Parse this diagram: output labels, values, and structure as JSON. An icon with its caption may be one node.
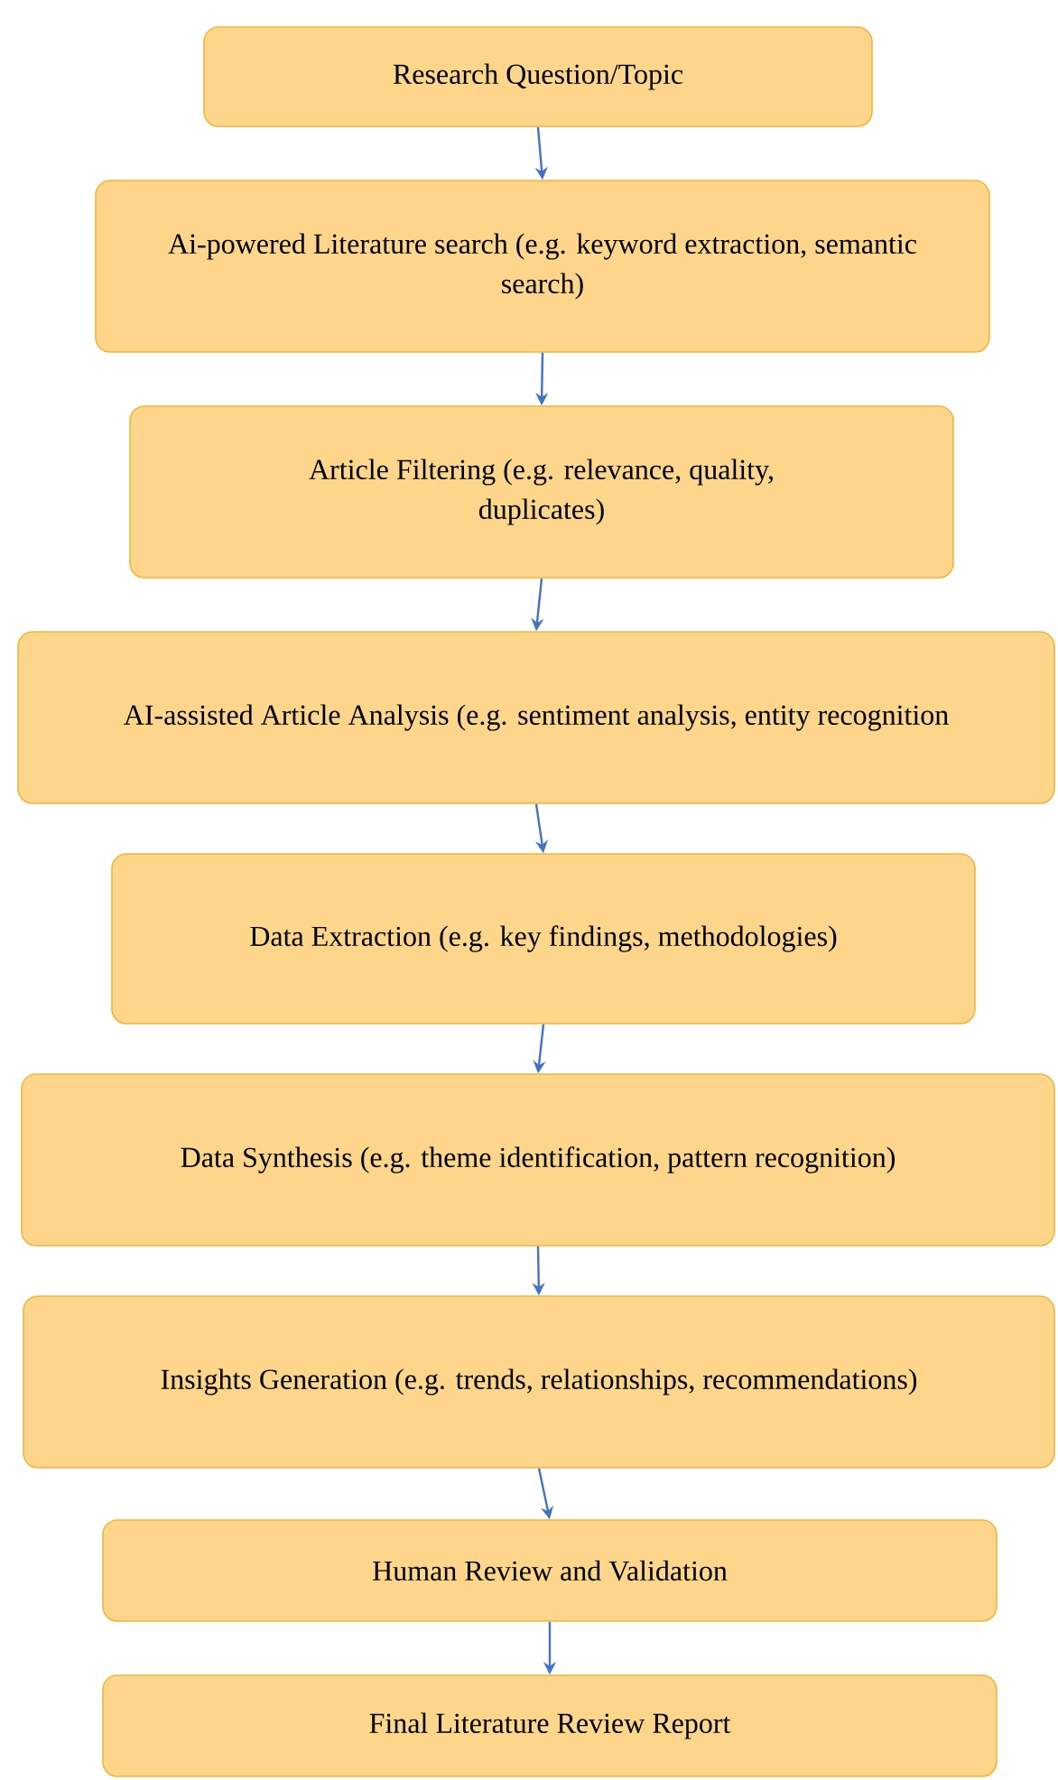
{
  "diagram": {
    "nodes": [
      {
        "text": [
          "Research Question/Topic"
        ]
      },
      {
        "text": [
          "Ai-powered Literature search (e.g. keyword extraction, semantic search)"
        ]
      },
      {
        "text": [
          "Article Filtering (e.g. relevance, quality, duplicates)"
        ]
      },
      {
        "text": [
          "AI-assisted Article Analysis (e.g. sentiment analysis, entity recognition"
        ]
      },
      {
        "text": [
          "Data Extraction (e.g. key findings, methodologies)"
        ]
      },
      {
        "text": [
          "Data Synthesis (e.g. theme identification, pattern recognition)"
        ]
      },
      {
        "text": [
          "Insights Generation (e.g. trends, relationships, recommendations)"
        ]
      },
      {
        "text": [
          "Human Review and Validation"
        ]
      },
      {
        "text": [
          "Final Literature Review Report"
        ]
      }
    ],
    "edges": [
      {
        "from": 0,
        "to": 1,
        "arrow": "to"
      },
      {
        "from": 1,
        "to": 2,
        "arrow": "to"
      },
      {
        "from": 2,
        "to": 3,
        "arrow": "to"
      },
      {
        "from": 3,
        "to": 4,
        "arrow": "to"
      },
      {
        "from": 4,
        "to": 5,
        "arrow": "to"
      },
      {
        "from": 5,
        "to": 6,
        "arrow": "to"
      },
      {
        "from": 6,
        "to": 7,
        "arrow": "to"
      },
      {
        "from": 7,
        "to": 8,
        "arrow": "to"
      }
    ]
  }
}
